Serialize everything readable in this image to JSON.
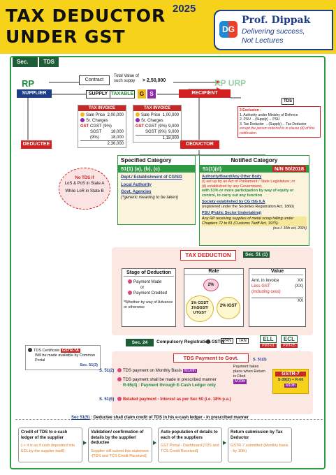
{
  "header": {
    "title_line1": "TAX DEDUCTOR",
    "title_line2": "UNDER GST",
    "year": "2025"
  },
  "brand": {
    "logo": "DG",
    "name": "Prof. Dippak",
    "tagline": "Delivering success,\nNot Lectures"
  },
  "tabs": [
    "Sec. 51",
    "TDS"
  ],
  "top": {
    "rp": "RP",
    "supplier": "SUPPLIER",
    "contract": "Contract",
    "total_value": "Total Value of such suppy",
    "threshold": "> 2,50,000",
    "supply": "SUPPLY",
    "taxable": "TAXABLE",
    "g": "G",
    "s": "S",
    "rp_urp": "RP URP",
    "recipient": "RECIPIENT",
    "deductee": "DEDUCTEE",
    "deductor": "DEDUCTOR",
    "tds_tag": "TDS"
  },
  "invoice1": {
    "head": "TAX INVOICE",
    "sale_label": "Sale Price",
    "sale": "2,00,000",
    "sr_label": "Sr. Charges",
    "sr": "",
    "gst": "GST",
    "cgst_label": "CGST (9%)",
    "cgst": "18,000",
    "sgst_label": "SGST (9%)",
    "sgst": "18,000",
    "total": "2,36,000"
  },
  "invoice2": {
    "head": "TAX INVOICE",
    "sale_label": "Sale Price",
    "sale": "1,00,000",
    "sr_label": "Sr. Charges",
    "sr": "",
    "gst": "GST",
    "cgst_label": "CGST (9%)",
    "cgst": "9,000",
    "sgst_label": "SGST (9%)",
    "sgst": "9,000",
    "total": "1,18,000"
  },
  "exclusion": {
    "head": "3 Exclusion :",
    "l1": "1. Authority under Ministry of Defence",
    "l2": "2. PSU →(Supply)→ PSU",
    "l3": "3. Tax Deductor →(Supply)→ Tax Deductor",
    "l4": "except the person referred to in clause (d) of this notification."
  },
  "notds": {
    "l1": "No TDS if",
    "l2": "LoS & PoS in State A",
    "l3": "While LoR in State B"
  },
  "specified": {
    "title": "Specified Category",
    "sub": "51(1) (a), (b), (c)",
    "i1": "Dept./ Establishment of CG/SG",
    "i2": "Local Authority",
    "i3": "Govt. Agencies",
    "note": "(*generic meaning to be taken)"
  },
  "notified": {
    "title": "Notified Category",
    "sub": "51(1)(d)",
    "nn": "N/N 50/2018",
    "i1a": "Authority/Board/Any Other Body",
    "i1b": "(i)  set up by an Act of Parliament / State Legislature; or",
    "i1c": "(ii) established by any Government,",
    "i1d": "with 51% or more participation by way of equity or control, to carry out any function",
    "i2a": "Society established by CG /SG /LA",
    "i2b": "(registered under the Societies Registration Act, 1860)",
    "i3": "PSU (Public Sector Undertaking)",
    "i4": "Any RP receiving supplies of metal scrap falling under Chapters 72 to 81 (Customs Tariff Act, 1975).",
    "i4n": "(w.e.f. 10th oct, 2024)"
  },
  "taxded": {
    "title": "TAX DEDUCTION",
    "sec": "Sec. 51 (1)",
    "stage_title": "Stage of Deduction",
    "stage1": "Payment Made",
    "stage_or": "or",
    "stage2": "Payment Credited",
    "stage_note": "*Whether by way of Advance or otherwise",
    "rate_title": "Rate",
    "rate2": "2%",
    "rate_intra": "1% CGST 1%SGST/ UTGST",
    "rate_igst": "2% IGST",
    "value_title": "Value",
    "v1": "Amt. in Invoice",
    "v1x": "XX",
    "v2": "Less GST",
    "v2x": "(XX)",
    "v2n": "(including cess)",
    "v3x": "XX"
  },
  "reg": {
    "sec": "Sec. 24",
    "label": "Compulsory Registration",
    "gstin": "GSTIN",
    "pan": "PAN",
    "tan": "TAN",
    "ell": "ELL",
    "ecl": "ECL",
    "pmt1": "PMT-01",
    "pmt5": "PMT-05"
  },
  "payment": {
    "title": "TDS Payment to Govt.",
    "cert": "TDS Certificate",
    "gstr": "GSTR-7A",
    "will": "Will be made available by Common Portal",
    "sec52": "Sec. 51(3)",
    "s2": "S. 51(2)",
    "p1": "TDS payment on Monthly Basis",
    "m10": "M10th",
    "p2": "TDS payment shall be made in prescribed manner",
    "p2b": "R-85(4) : Payment through E-Cash Ledger only",
    "s6": "S. 51(6)",
    "p3": "Belated payment - Interest as per Sec 50 (i.e. 18% p.a.)",
    "ret1": "Payment takes place when Return is Filed",
    "ret_m": "M10th",
    "s3": "S. 51(3)",
    "gstr7": "GSTR-7",
    "gstr7s": "S-39(3) + R-66",
    "m10b": "M10th"
  },
  "sec55": {
    "sec": "Sec 51(5)",
    "text": ": Deductee shall claim credit of TDS in his e-cash ledger - in prescribed manner"
  },
  "flow": [
    {
      "title": "Credit of TDS to e-cash ledger of the supplier",
      "sub": "(-> it is as if cash deposited into ECL by the supplier itself)"
    },
    {
      "title": "Validation/ confirmation of details by the supplier/ deductee",
      "sub": "Supplier will submit this statement -[TDS and TCS Credit Received]"
    },
    {
      "title": "Auto-population of details to each of the suppliers",
      "sub": "GST Portal - Dashboard [TDS and TCS Credit Received]"
    },
    {
      "title": "Return submission by Tax Deductor",
      "sub": "GSTR-7 submitted (Monthly basis - by 10th)"
    }
  ]
}
